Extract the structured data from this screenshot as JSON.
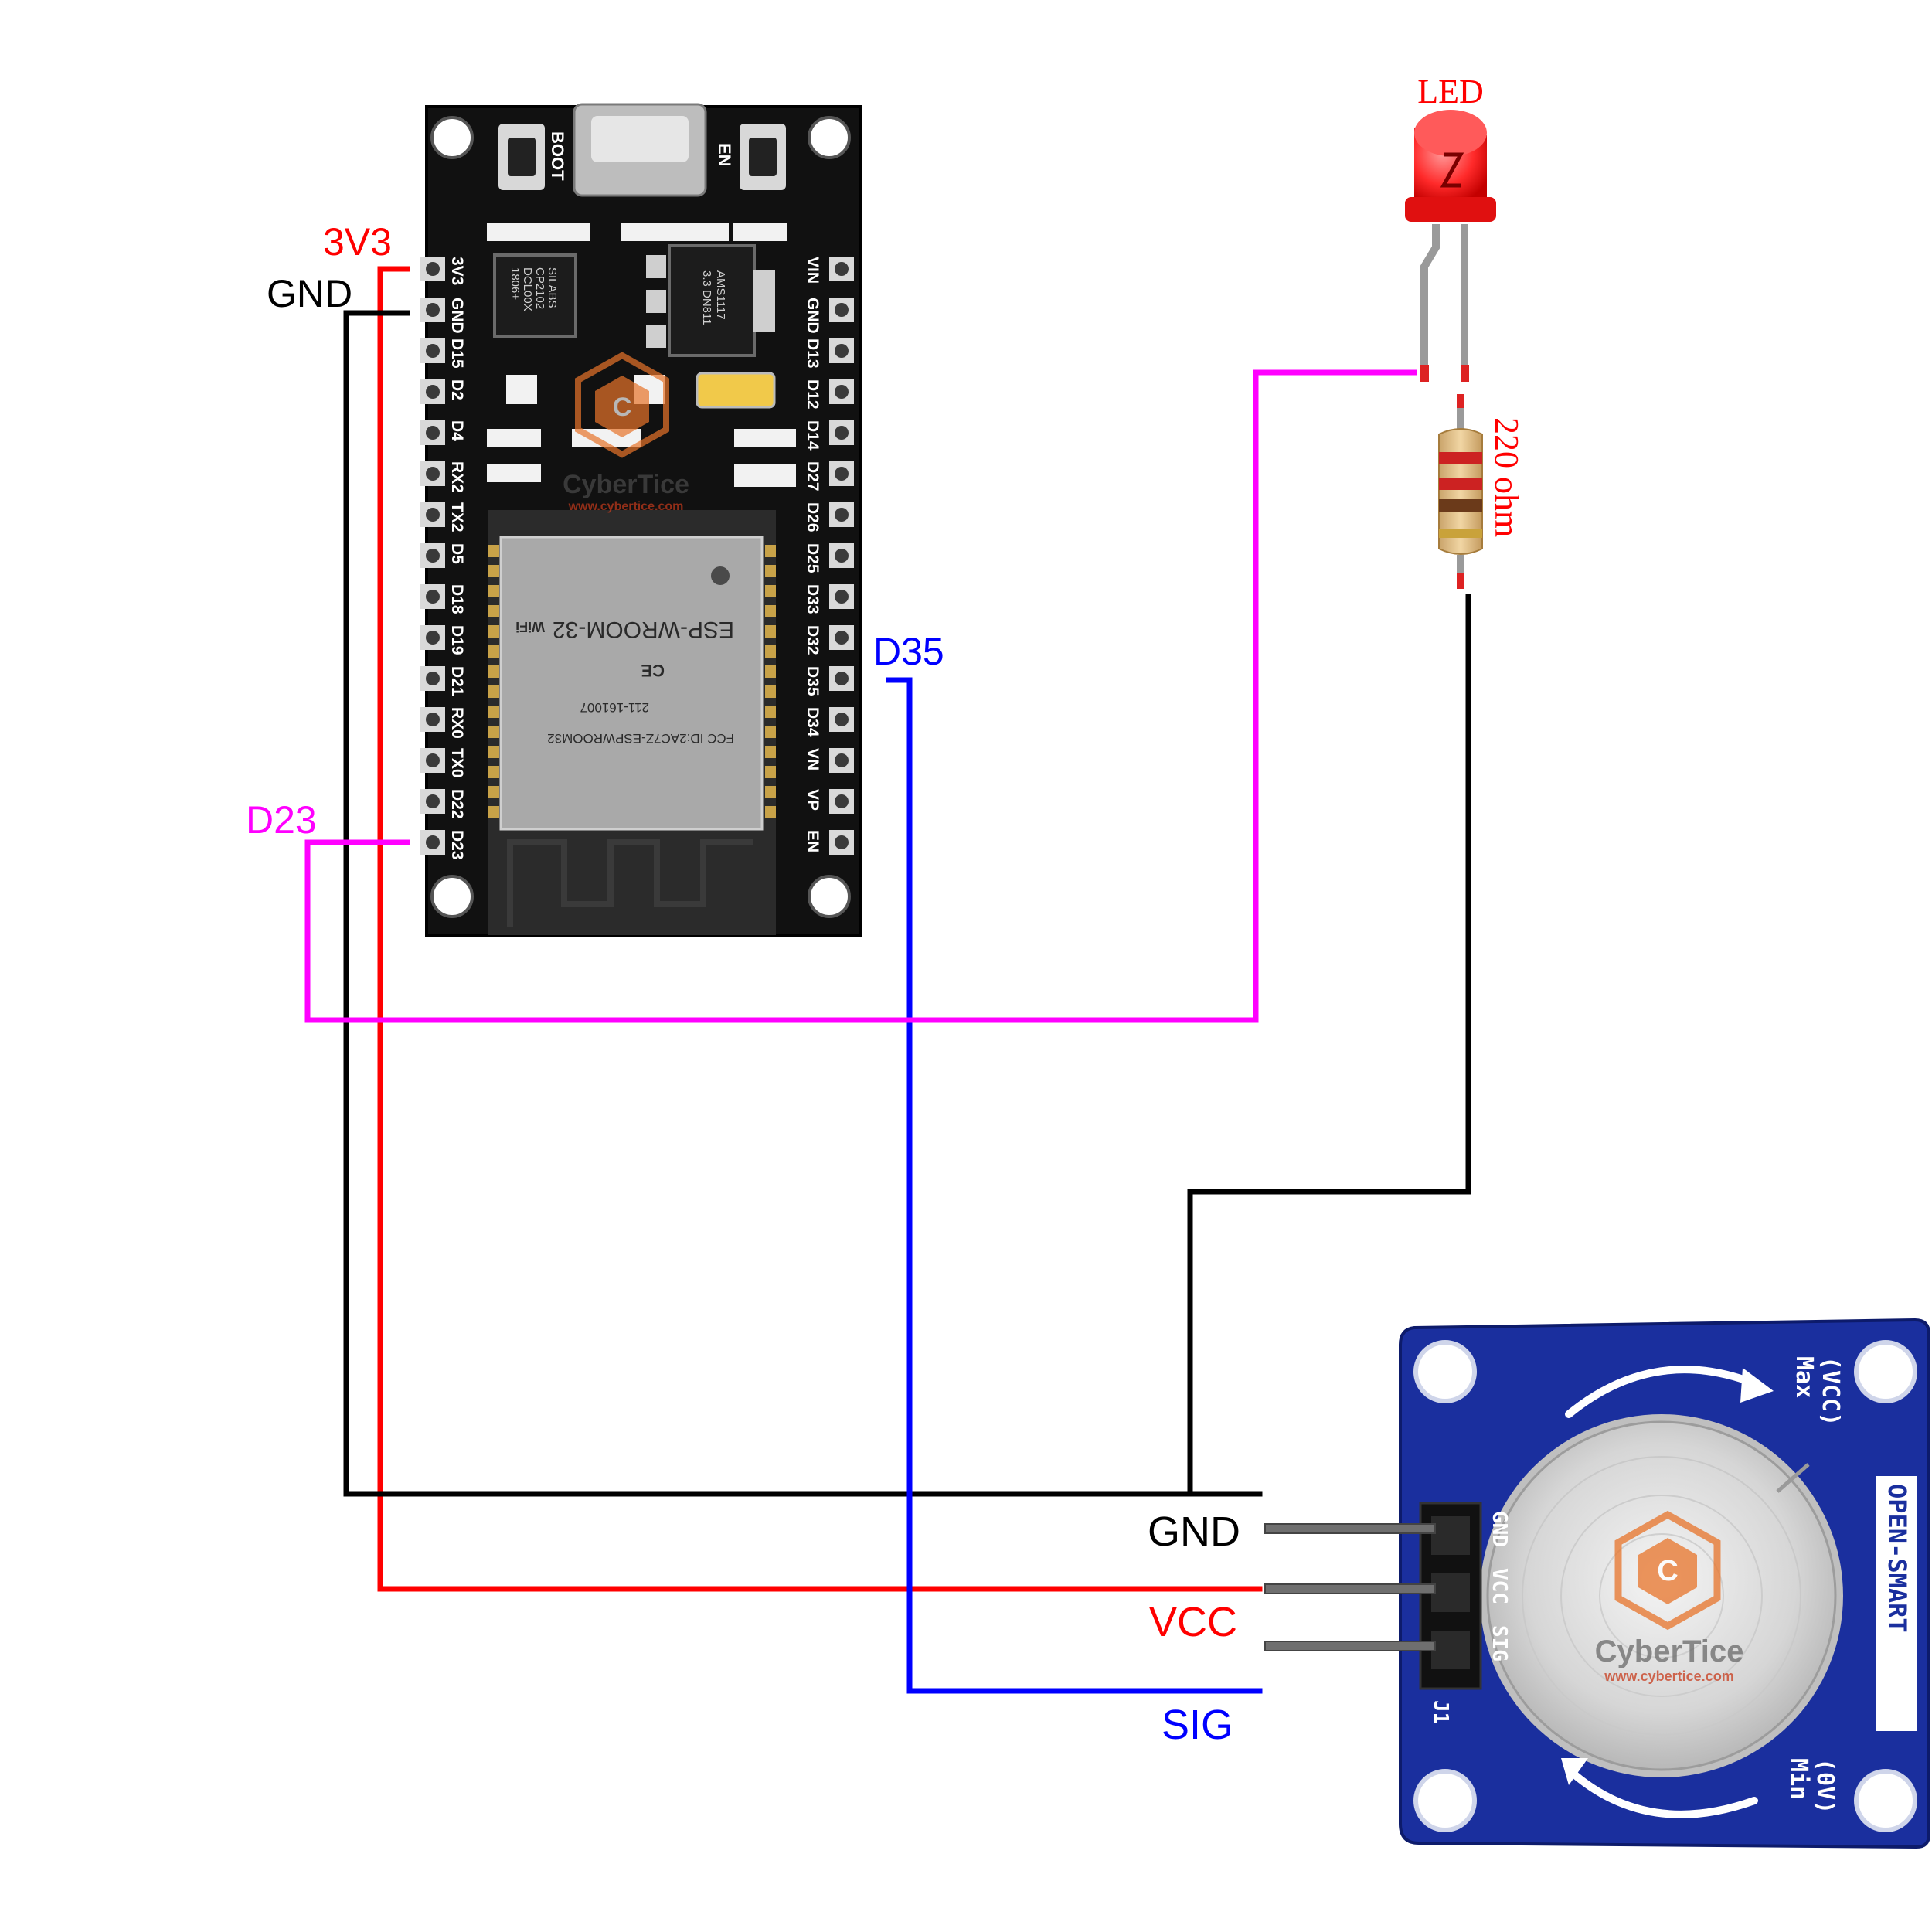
{
  "colors": {
    "red_wire": "#ff0000",
    "black_wire": "#000000",
    "blue_wire": "#0000ff",
    "magenta_wire": "#ff00ff",
    "board": "#111111",
    "module_pcb": "#1a2f9e"
  },
  "labels": {
    "led": "LED",
    "resistor": "220 ohm",
    "pin_3v3": "3V3",
    "pin_gnd": "GND",
    "pin_d23": "D23",
    "pin_d35": "D35",
    "mod_gnd": "GND",
    "mod_vcc": "VCC",
    "mod_sig": "SIG"
  },
  "esp32": {
    "left_pins": [
      "3V3",
      "GND",
      "D15",
      "D2",
      "D4",
      "RX2",
      "TX2",
      "D5",
      "D18",
      "D19",
      "D21",
      "RX0",
      "TX0",
      "D22",
      "D23"
    ],
    "right_pins": [
      "VIN",
      "GND",
      "D13",
      "D12",
      "D14",
      "D27",
      "D26",
      "D25",
      "D33",
      "D32",
      "D35",
      "D34",
      "VN",
      "VP",
      "EN"
    ],
    "boot_label": "BOOT",
    "en_label": "EN",
    "uart_chip_lines": [
      "SILABS",
      "CP2102",
      "DCL00X",
      "1806+"
    ],
    "regulator_lines": [
      "AMS1117",
      "3.3 DN811"
    ],
    "module_name": "ESP-WROOM-32",
    "fcc_id": "FCC ID:2AC7Z-ESPWROOM32",
    "cert_id": "211-161007",
    "wifi_mark": "WiFi",
    "ce_mark": "CE"
  },
  "module": {
    "brand": "OPEN-SMART",
    "pins": [
      "GND",
      "VCC",
      "SIG"
    ],
    "connector_label": "J1",
    "max_label": "Max",
    "max_sub": "(VCC)",
    "min_label": "Min",
    "min_sub": "(0V)"
  },
  "watermark": {
    "brand": "CyberTice",
    "url": "www.cybertice.com"
  }
}
